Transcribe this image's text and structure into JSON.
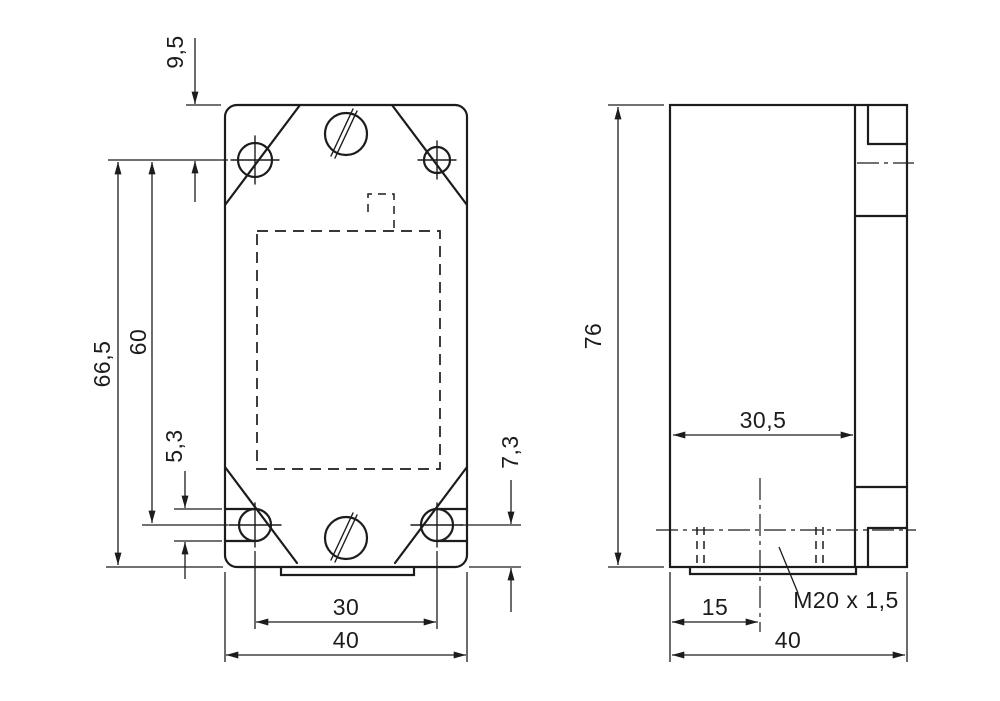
{
  "drawing": {
    "colors": {
      "line": "#1c1c1c",
      "background": "#ffffff"
    },
    "front": {
      "dims": {
        "top_hole_offset": "9,5",
        "height_below_hole": "66,5",
        "vertical_hole_pitch": "60",
        "slot_width": "5,3",
        "bottom_hole_offset": "7,3",
        "horizontal_hole_pitch": "30",
        "overall_width": "40"
      }
    },
    "side": {
      "dims": {
        "overall_height": "76",
        "depth_to_step": "30,5",
        "entry_center_offset": "15",
        "conduit_thread": "M20 x 1,5",
        "overall_depth": "40"
      }
    }
  }
}
